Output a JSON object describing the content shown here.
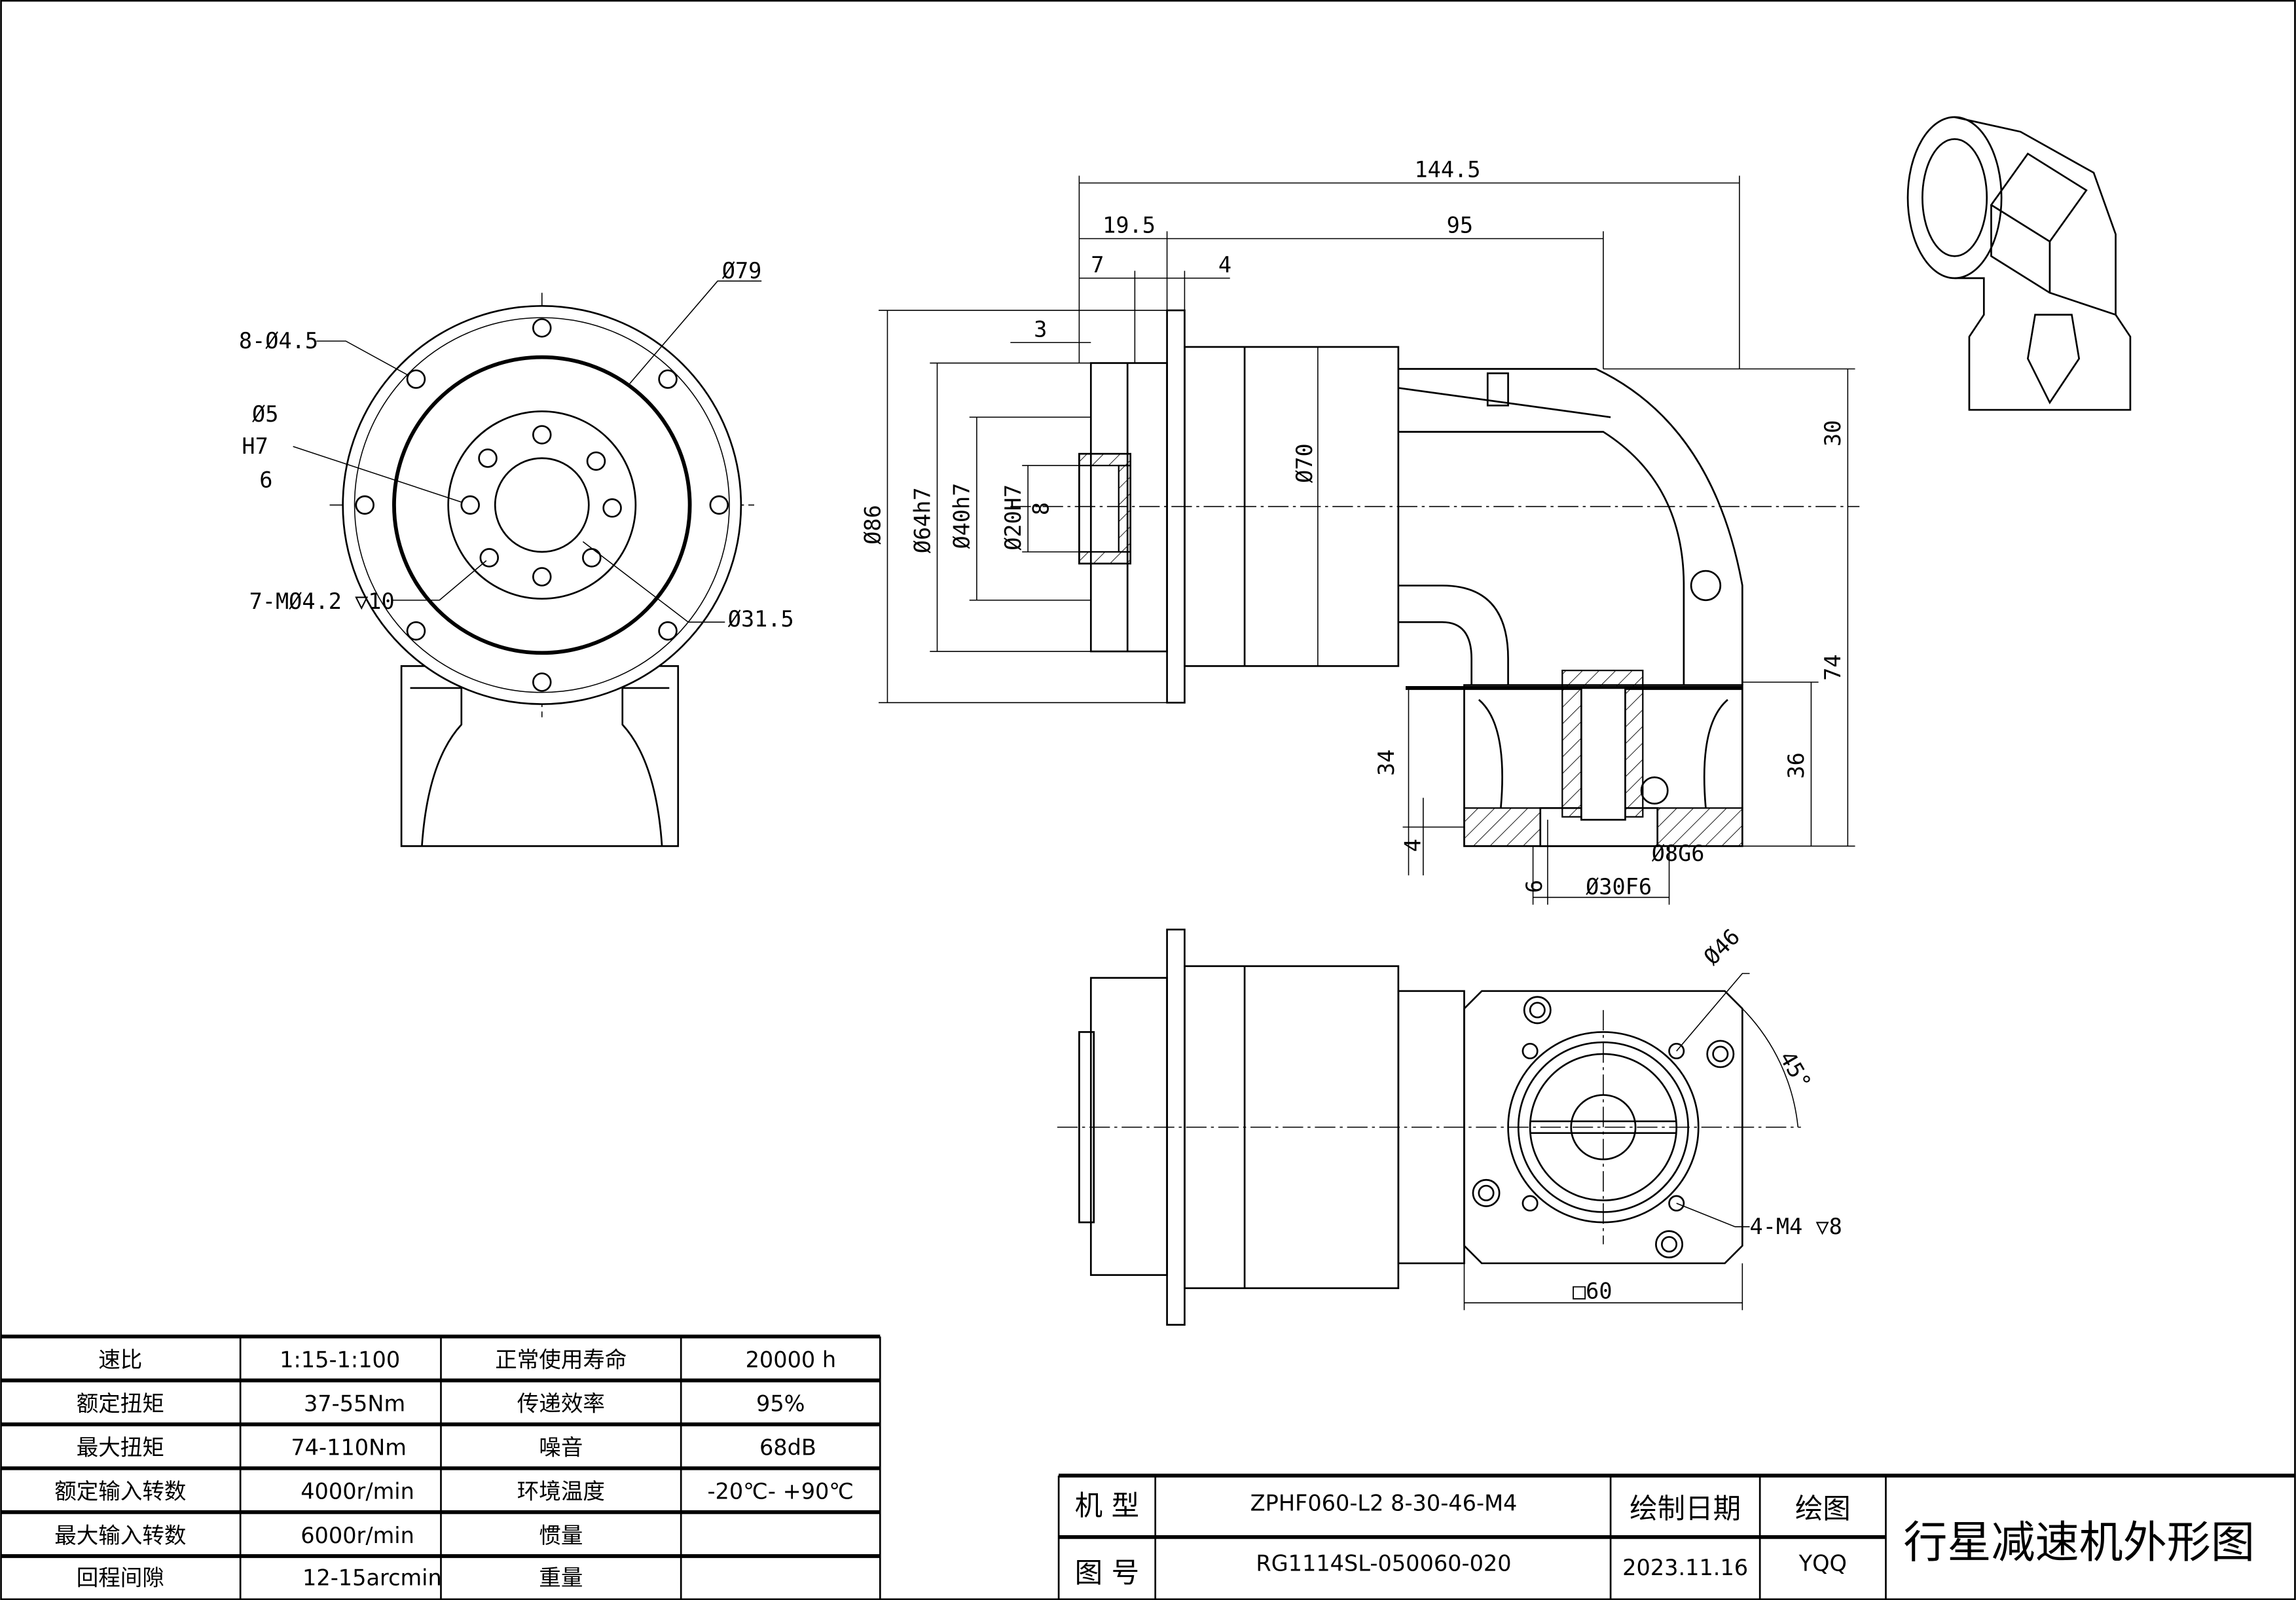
{
  "front_view": {
    "labels": {
      "holes_outer": "8-Ø4.5",
      "flange_dia": "Ø79",
      "pin_dia": "Ø5",
      "pin_fit": "H7",
      "pin_depth": "6",
      "tapped_holes": "7-MØ4.2 ▽10",
      "pcd": "Ø31.5"
    }
  },
  "side_view": {
    "labels": {
      "overall_length": "144.5",
      "flange_offset": "19.5",
      "body_length": "95",
      "flange_thk": "7",
      "step": "4",
      "recess": "3",
      "dia_86": "Ø86",
      "dia_64": "Ø64h7",
      "dia_40": "Ø40h7",
      "dia_20": "Ø20H7",
      "dia_8": "8",
      "dia_70": "Ø70",
      "h30": "30",
      "h74": "74",
      "h36": "36",
      "h4": "4",
      "h34": "34",
      "dia_8g6": "Ø8G6",
      "w6": "6",
      "dia_30f6": "Ø30F6"
    }
  },
  "bottom_view": {
    "labels": {
      "pcd46": "Ø46",
      "angle": "45°",
      "tapped": "4-M4 ▽8",
      "square": "□60"
    }
  },
  "spec_table": {
    "rows": [
      [
        "速比",
        "1:15-1:100",
        "正常使用寿命",
        "20000  h"
      ],
      [
        "额定扭矩",
        "37-55Nm",
        "传递效率",
        "95%"
      ],
      [
        "最大扭矩",
        "74-110Nm",
        "噪音",
        "68dB"
      ],
      [
        "额定输入转数",
        "4000r/min",
        "环境温度",
        "-20℃- +90℃"
      ],
      [
        "最大输入转数",
        "6000r/min",
        "惯量",
        ""
      ],
      [
        "回程间隙",
        "12-15arcmin",
        "重量",
        ""
      ]
    ]
  },
  "title_block": {
    "model_label": "机 型",
    "model_value": "ZPHF060-L2  8-30-46-M4",
    "drawing_no_label": "图 号",
    "drawing_no_value": "RG1114SL-050060-020",
    "date_label": "绘制日期",
    "date_value": "2023.11.16",
    "drawer_label": "绘图",
    "drawer_value": "YQQ",
    "title": "行星减速机外形图"
  }
}
